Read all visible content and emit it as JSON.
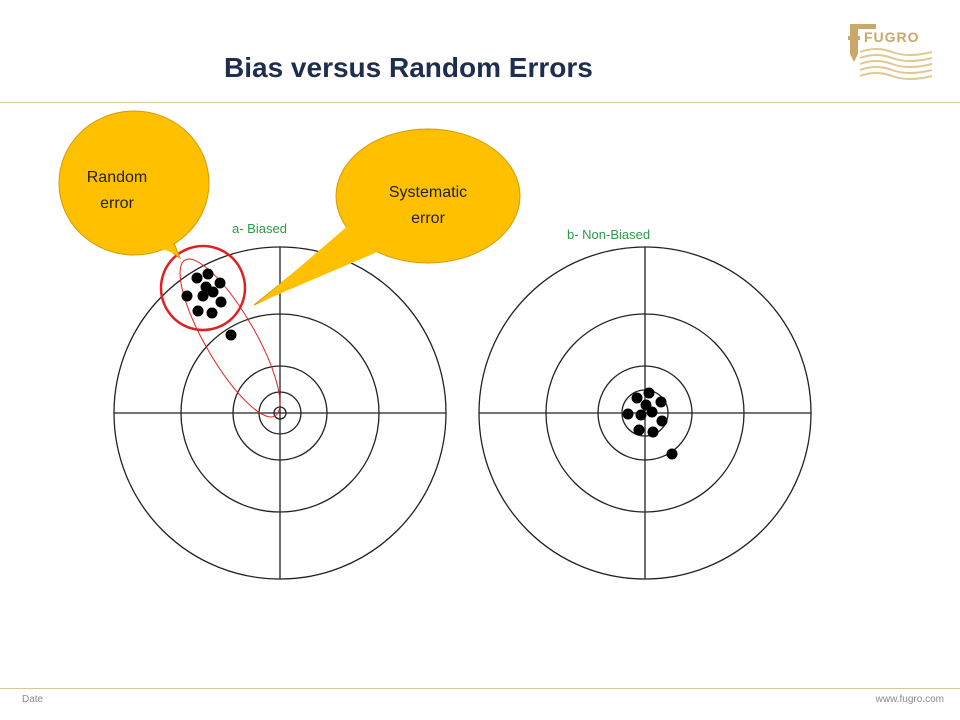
{
  "slide": {
    "title": "Bias versus Random Errors",
    "footer_left": "Date",
    "footer_right": "www.fugro.com"
  },
  "logo": {
    "text": "FUGRO",
    "icon": "fugro-logo",
    "color": "#c9a86a"
  },
  "diagram_a": {
    "label": "a- Biased",
    "label_color": "#2e9b45"
  },
  "diagram_b": {
    "label": "b- Non-Biased",
    "label_color": "#2e9b45"
  },
  "callouts": {
    "random": {
      "line1": "Random",
      "line2": "error"
    },
    "systematic": {
      "line1": "Systematic",
      "line2": "error"
    },
    "fill_color": "#ffc000",
    "highlight_color": "#e02020"
  }
}
